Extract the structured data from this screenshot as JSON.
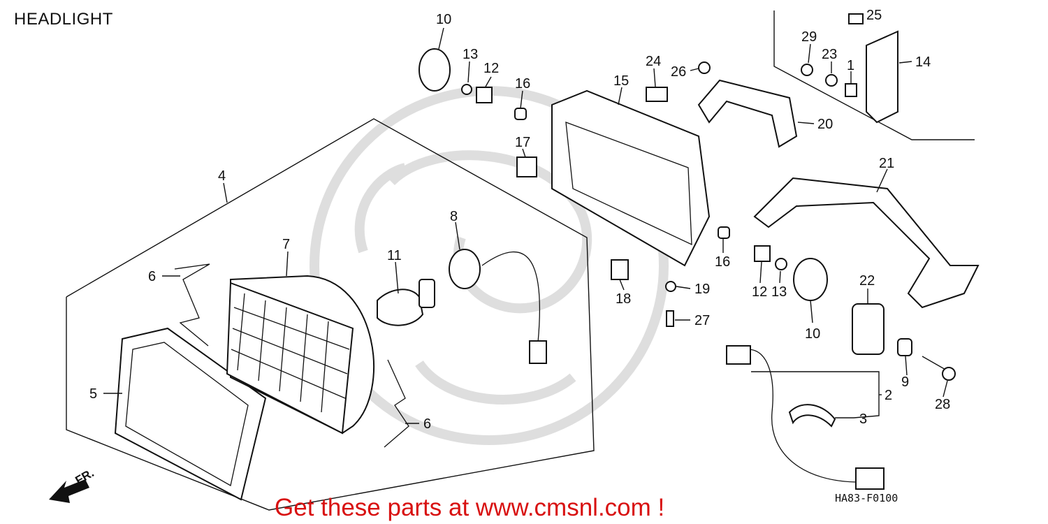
{
  "title": "HEADLIGHT",
  "diagram_code": "HA83-F0100",
  "front_marker": "FR.",
  "promo_text": "Get these parts at www.cmsnl.com !",
  "colors": {
    "promo": "#d81010",
    "ink": "#111111",
    "watermark": "#dedede"
  },
  "callouts": [
    {
      "id": "c10a",
      "label": "10"
    },
    {
      "id": "c13a",
      "label": "13"
    },
    {
      "id": "c12a",
      "label": "12"
    },
    {
      "id": "c16a",
      "label": "16"
    },
    {
      "id": "c17",
      "label": "17"
    },
    {
      "id": "c15",
      "label": "15"
    },
    {
      "id": "c24",
      "label": "24"
    },
    {
      "id": "c26",
      "label": "26"
    },
    {
      "id": "c29",
      "label": "29"
    },
    {
      "id": "c23",
      "label": "23"
    },
    {
      "id": "c1",
      "label": "1"
    },
    {
      "id": "c25",
      "label": "25"
    },
    {
      "id": "c14",
      "label": "14"
    },
    {
      "id": "c20",
      "label": "20"
    },
    {
      "id": "c21",
      "label": "21"
    },
    {
      "id": "c4",
      "label": "4"
    },
    {
      "id": "c7",
      "label": "7"
    },
    {
      "id": "c8",
      "label": "8"
    },
    {
      "id": "c11",
      "label": "11"
    },
    {
      "id": "c6a",
      "label": "6"
    },
    {
      "id": "c5",
      "label": "5"
    },
    {
      "id": "c6b",
      "label": "6"
    },
    {
      "id": "c16b",
      "label": "16"
    },
    {
      "id": "c12b",
      "label": "12"
    },
    {
      "id": "c13b",
      "label": "13"
    },
    {
      "id": "c10b",
      "label": "10"
    },
    {
      "id": "c18",
      "label": "18"
    },
    {
      "id": "c19",
      "label": "19"
    },
    {
      "id": "c27",
      "label": "27"
    },
    {
      "id": "c22",
      "label": "22"
    },
    {
      "id": "c9",
      "label": "9"
    },
    {
      "id": "c28",
      "label": "28"
    },
    {
      "id": "c2",
      "label": "2"
    },
    {
      "id": "c3",
      "label": "3"
    }
  ]
}
